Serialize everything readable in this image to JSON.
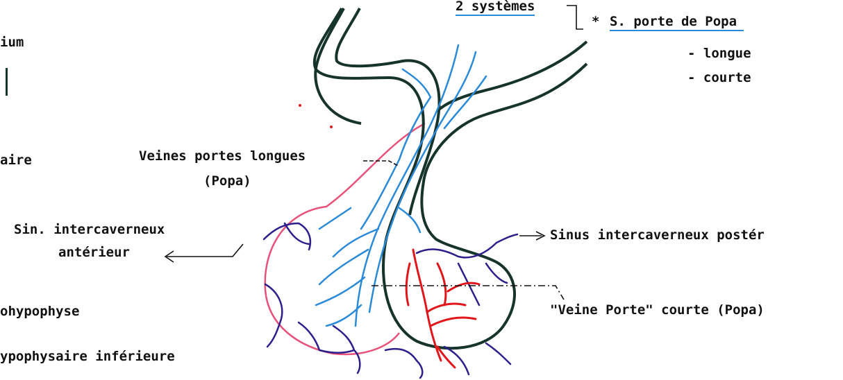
{
  "colors": {
    "outline": "#16332c",
    "vein_blue": "#2b8ad8",
    "vein_red": "#e0161b",
    "vessel_purple": "#2c1f8c",
    "capsule_pink": "#e8527a",
    "text": "#111111"
  },
  "legend": {
    "systems": "2 systèmes",
    "bullet": "*",
    "portal_system": "S. porte de Popa",
    "long": "- longue",
    "short": "- courte"
  },
  "labels": {
    "left_top_fragment": "ium",
    "left_mid_fragment": "aire",
    "long_portal_veins": "Veines portes longues",
    "long_portal_veins_author": "(Popa)",
    "ant_sinus_line1": "Sin. intercaverneux",
    "ant_sinus_line2": "antérieur",
    "post_sinus": "Sinus intercaverneux postér",
    "short_portal_vein": "\"Veine Porte\" courte (Popa)",
    "neurohypophysis_fragment": "ohypophyse",
    "inferior_artery_fragment": "ypophysaire inférieure"
  }
}
